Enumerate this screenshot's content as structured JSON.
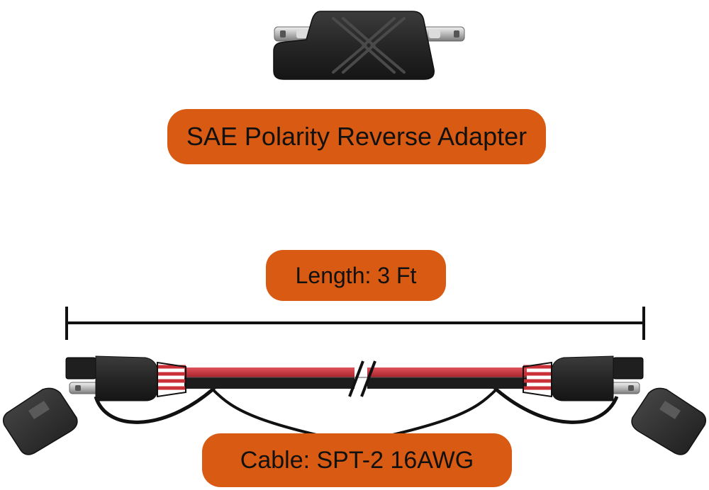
{
  "labels": {
    "adapter": "SAE Polarity Reverse Adapter",
    "length": "Length: 3 Ft",
    "cable": "Cable: SPT-2 16AWG"
  },
  "colors": {
    "label_bg": "#d95a12",
    "label_text": "#111111",
    "plug_body": "#2a2a2a",
    "wire_red": "#c93038",
    "wire_black": "#1a1a1a",
    "pin_metal": "#c9c9c9"
  }
}
